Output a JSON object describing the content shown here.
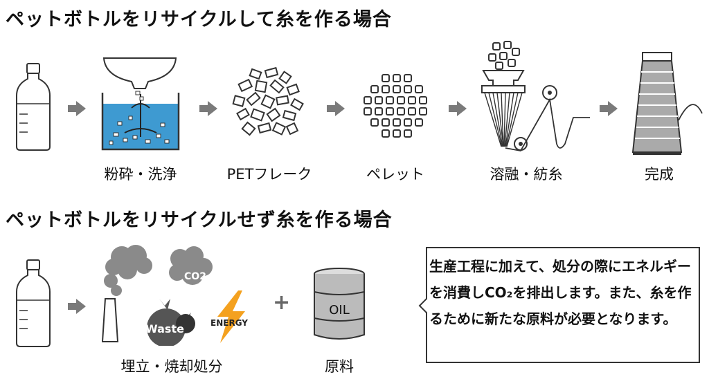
{
  "headings": {
    "top": "ペットボトルをリサイクルして糸を作る場合",
    "bottom": "ペットボトルをリサイクルせず糸を作る場合"
  },
  "top_steps": {
    "crush": "粉砕・洗浄",
    "flake": "PETフレーク",
    "pellet": "ペレット",
    "spin": "溶融・紡糸",
    "done": "完成"
  },
  "bottom_steps": {
    "dispose": "埋立・焼却処分",
    "material": "原料"
  },
  "icon_text": {
    "co2": "CO2",
    "waste": "Waste",
    "energy": "ENERGY",
    "oil": "OIL"
  },
  "callout": {
    "text": "生産工程に加えて、処分の際にエネルギーを消費しCO₂を排出します。また、糸を作るために新たな原料が必要となります。"
  },
  "colors": {
    "water": "#3e9ad1",
    "arrow": "#7a7a7a",
    "smoke": "#8a8a8a",
    "energy": "#f4a11f"
  }
}
